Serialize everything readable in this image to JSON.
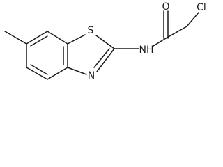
{
  "structure": {
    "type": "chemical-structure",
    "atoms": {
      "sulfur": "S",
      "nitrogen": "N",
      "amide_nh": "NH",
      "oxygen": "O",
      "chlorine": "Cl"
    },
    "colors": {
      "line": "#1a1a1a",
      "background": "#ffffff"
    }
  }
}
